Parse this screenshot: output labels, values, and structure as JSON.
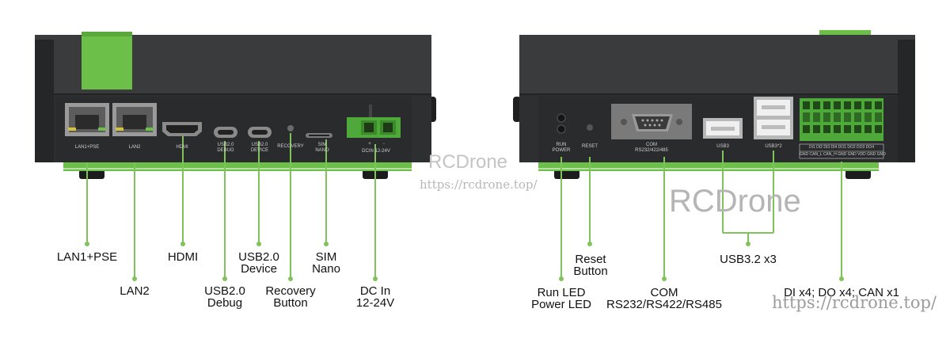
{
  "left_device": {
    "ports": {
      "lan1": "LAN1+PSE",
      "lan2": "LAN2",
      "hdmi": "HDMI",
      "usb_debug": [
        "USB2.0",
        "DEBUG"
      ],
      "usb_device": [
        "USB2.0",
        "DEVICE"
      ],
      "recovery": "RECOVERY",
      "sim": [
        "SIM",
        "NANO"
      ],
      "dc_plus": "+",
      "dc_minus": "-",
      "dc": "DCIN 12-24V"
    },
    "callouts": {
      "lan1": "LAN1+PSE",
      "lan2": "LAN2",
      "hdmi": "HDMI",
      "usb_debug": [
        "USB2.0",
        "Debug"
      ],
      "usb_device": [
        "USB2.0",
        "Device"
      ],
      "recovery": [
        "Recovery",
        "Button"
      ],
      "sim": [
        "SIM",
        "Nano"
      ],
      "dc": [
        "DC In",
        "12-24V"
      ]
    }
  },
  "right_device": {
    "ports": {
      "run": [
        "RUN",
        "POWER"
      ],
      "reset": "RESET",
      "com": [
        "COM",
        "RS232/422/485"
      ],
      "usb3": "USB3",
      "usb3x2": "USB3*2",
      "dio_top": "DI1 DI2 DI3 DI4 DO1 DO2 DO3 DO4",
      "dio_bottom": "GND CAN_L CAN_H GND GND VDD GND GND"
    },
    "callouts": {
      "run": [
        "Run LED",
        "Power LED"
      ],
      "reset": [
        "Reset",
        "Button"
      ],
      "com": [
        "COM",
        "RS232/RS422/RS485"
      ],
      "usb": "USB3.2 x3",
      "dio": "DI x4; DO x4; CAN x1"
    }
  },
  "watermarks": {
    "brand": "RCDrone",
    "url": "https://rcdrone.top/"
  },
  "colors": {
    "accent_green": "#6cc04a",
    "body_dark": "#2a2b2d",
    "line_green": "#7fc35a"
  }
}
